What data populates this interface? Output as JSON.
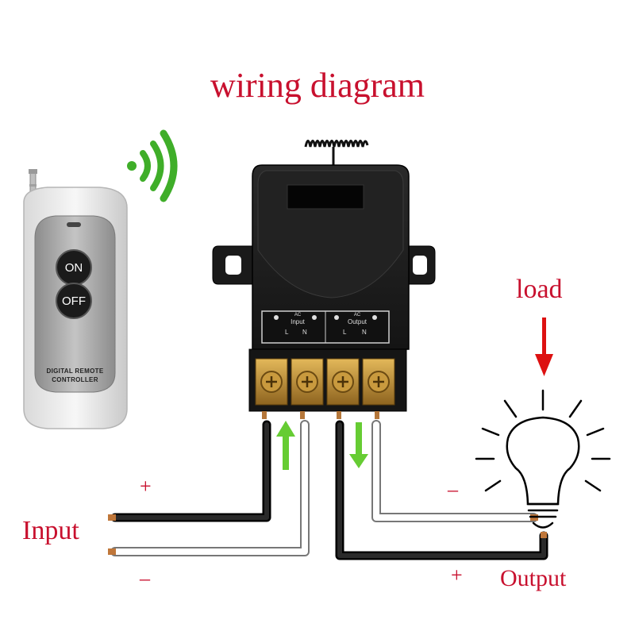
{
  "title": "wiring diagram",
  "remote": {
    "on_label": "ON",
    "off_label": "OFF",
    "brand_line1": "DIGITAL REMOTE",
    "brand_line2": "CONTROLLER"
  },
  "relay": {
    "terminal_label_input_ac": "AC",
    "terminal_label_input": "Input",
    "terminal_label_output_ac": "AC",
    "terminal_label_output": "Output",
    "terminal_l1": "L",
    "terminal_n1": "N",
    "terminal_l2": "L",
    "terminal_n2": "N"
  },
  "labels": {
    "input": "Input",
    "input_plus": "+",
    "input_minus": "–",
    "output": "Output",
    "output_plus": "+",
    "output_minus": "–",
    "load": "load"
  },
  "colors": {
    "title_red": "#c8102e",
    "signal_green": "#3fae29",
    "arrow_green": "#66cc33",
    "relay_body": "#1c1c1c",
    "terminal_gold": "#b8862b"
  }
}
